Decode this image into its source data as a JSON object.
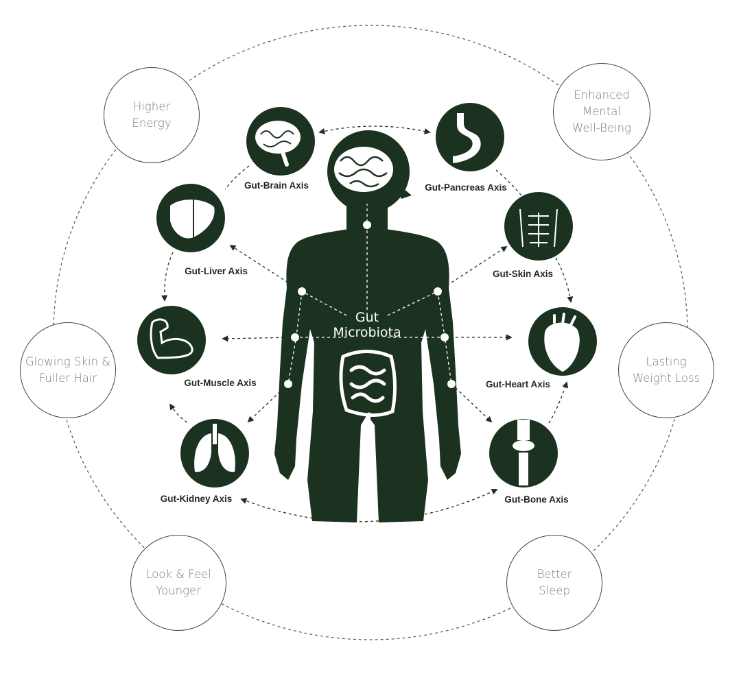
{
  "center": {
    "line1": "Gut",
    "line2": "Microbiota"
  },
  "axes": [
    {
      "id": "brain",
      "label": "Gut-Brain Axis"
    },
    {
      "id": "pancreas",
      "label": "Gut-Pancreas Axis"
    },
    {
      "id": "liver",
      "label": "Gut-Liver Axis"
    },
    {
      "id": "skin",
      "label": "Gut-Skin Axis"
    },
    {
      "id": "muscle",
      "label": "Gut-Muscle Axis"
    },
    {
      "id": "heart",
      "label": "Gut-Heart Axis"
    },
    {
      "id": "kidney",
      "label": "Gut-Kidney Axis"
    },
    {
      "id": "bone",
      "label": "Gut-Bone Axis"
    }
  ],
  "benefits": [
    {
      "id": "energy",
      "text": "Higher\nEnergy"
    },
    {
      "id": "mental",
      "text": "Enhanced\nMental\nWell-Being"
    },
    {
      "id": "skin-hair",
      "text": "Glowing Skin &\nFuller Hair"
    },
    {
      "id": "weight",
      "text": "Lasting\nWeight Loss"
    },
    {
      "id": "younger",
      "text": "Look & Feel\nYounger"
    },
    {
      "id": "sleep",
      "text": "Better\nSleep"
    }
  ],
  "colors": {
    "dark": "#1c3220",
    "text": "#7a7a7a",
    "label": "#1e2a1e"
  },
  "icons": [
    "brain-icon",
    "stomach-icon",
    "liver-icon",
    "abs-icon",
    "flexed-arm-icon",
    "heart-icon",
    "lungs-icon",
    "knee-bone-icon",
    "intestine-icon"
  ]
}
